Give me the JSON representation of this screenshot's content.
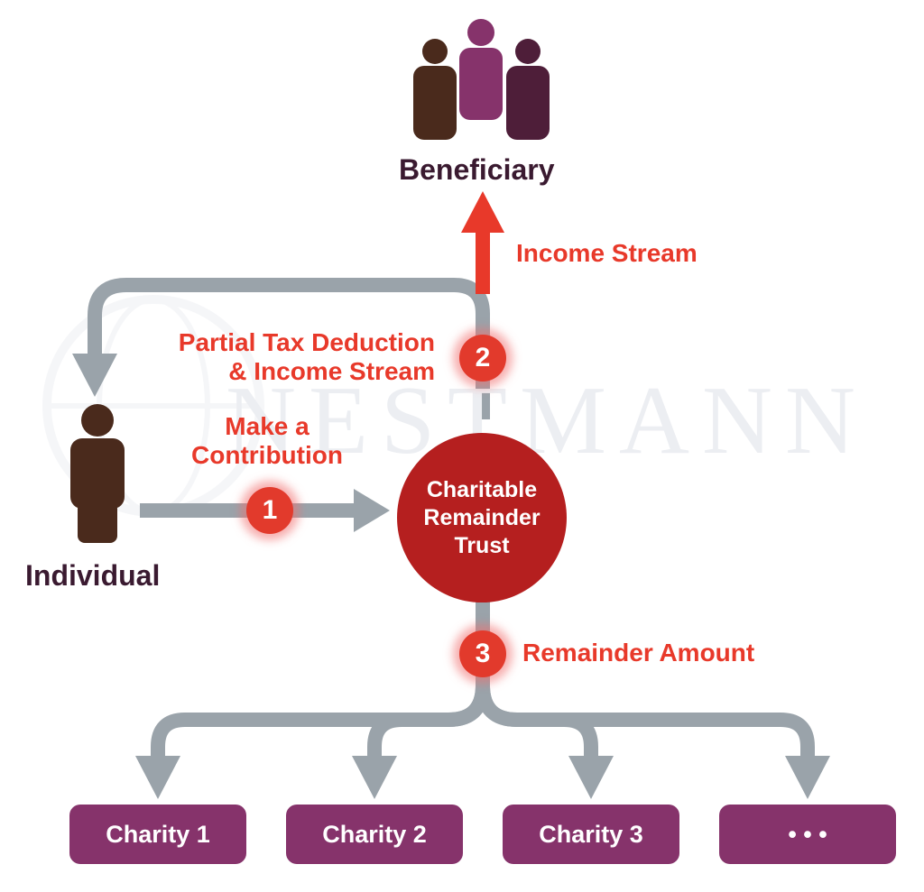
{
  "colors": {
    "arrow_gray": "#9aa3aa",
    "accent_red": "#e8392a",
    "trust_red": "#b51f1f",
    "charity_purple": "#86336b",
    "person_brown": "#4a2a1c",
    "person_purple": "#86336b",
    "person_plum": "#4e1e39",
    "text_dark": "#3a1a30"
  },
  "watermark": "NESTMANN",
  "beneficiary": {
    "label": "Beneficiary",
    "icon": "group-of-people-icon"
  },
  "individual": {
    "label": "Individual",
    "icon": "person-icon"
  },
  "trust": {
    "label": "Charitable\nRemainder\nTrust"
  },
  "steps": {
    "income_stream": "Income Stream",
    "step1": {
      "number": "1",
      "label_line1": "Make a",
      "label_line2": "Contribution"
    },
    "step2": {
      "number": "2",
      "label_line1": "Partial Tax Deduction",
      "label_line2": "& Income Stream"
    },
    "step3": {
      "number": "3",
      "label": "Remainder Amount"
    }
  },
  "charities": [
    "Charity 1",
    "Charity 2",
    "Charity 3",
    "• • •"
  ]
}
